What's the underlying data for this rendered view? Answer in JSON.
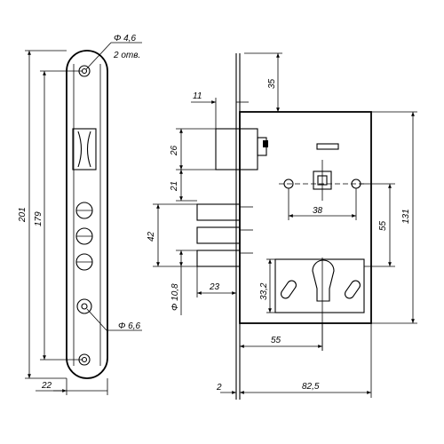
{
  "drawing": {
    "faceplate": {
      "hole_small_label": "Φ 4,6",
      "hole_small_count": "2 отв.",
      "hole_large_label": "Φ 6,6",
      "overall_height": "201",
      "hole_spacing": "179",
      "width": "22"
    },
    "body": {
      "top_offset": "35",
      "latch_protrusion": "11",
      "latch_height": "26",
      "latch_to_spindle": "21",
      "bolts_span": "42",
      "bolt_diameter": "Φ 10,8",
      "bolt_protrusion": "23",
      "cylinder_offset": "33,2",
      "spindle_spacing": "38",
      "spindle_to_cylinder": "55",
      "overall_height": "131",
      "backset": "55",
      "faceplate_thickness": "2",
      "body_depth": "82,5"
    }
  }
}
